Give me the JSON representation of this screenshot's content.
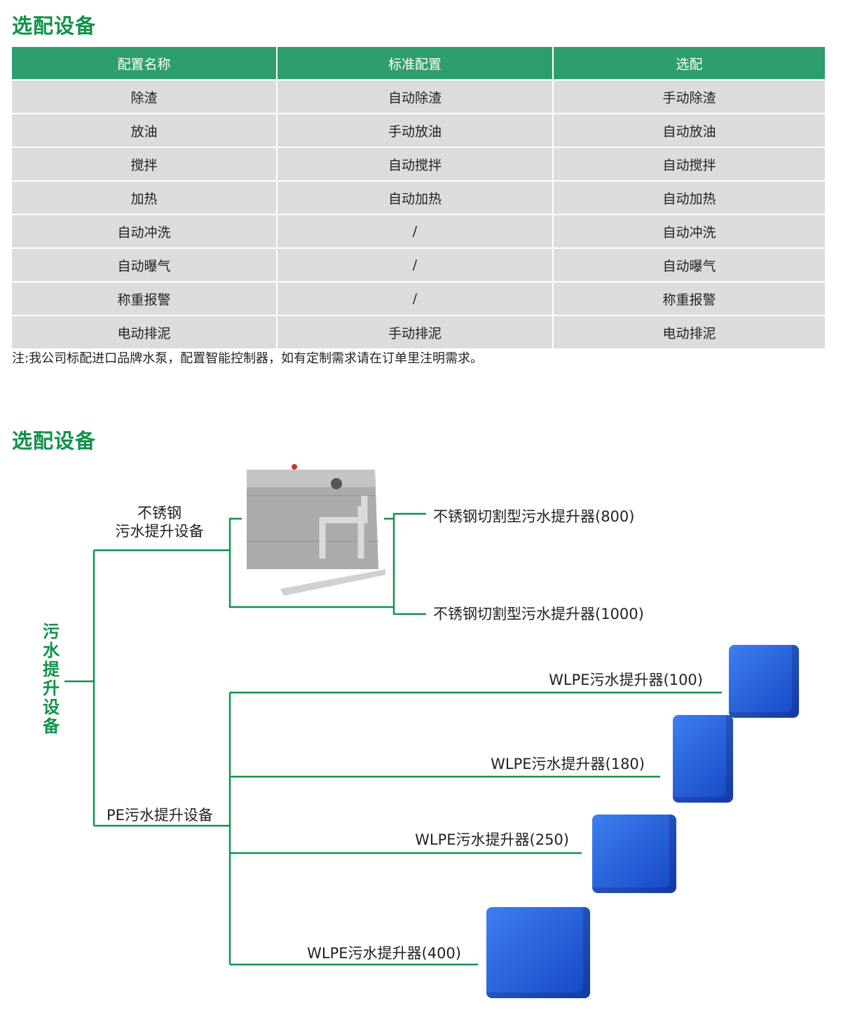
{
  "section1": {
    "title": "选配设备",
    "headers": [
      "配置名称",
      "标准配置",
      "选配"
    ],
    "rows": [
      [
        "除渣",
        "自动除渣",
        "手动除渣"
      ],
      [
        "放油",
        "手动放油",
        "自动放油"
      ],
      [
        "搅拌",
        "自动搅拌",
        "自动搅拌"
      ],
      [
        "加热",
        "自动加热",
        "自动加热"
      ],
      [
        "自动冲洗",
        "/",
        "自动冲洗"
      ],
      [
        "自动曝气",
        "/",
        "自动曝气"
      ],
      [
        "称重报警",
        "/",
        "称重报警"
      ],
      [
        "电动排泥",
        "手动排泥",
        "电动排泥"
      ]
    ],
    "note": "注:我公司标配进口品牌水泵，配置智能控制器，如有定制需求请在订单里注明需求。"
  },
  "section2": {
    "title": "选配设备",
    "root": "污水提升设备",
    "steel": {
      "label_line1": "不锈钢",
      "label_line2": "污水提升设备",
      "items": [
        "不锈钢切割型污水提升器(800)",
        "不锈钢切割型污水提升器(1000)"
      ]
    },
    "pe": {
      "label": "PE污水提升设备",
      "items": [
        "WLPE污水提升器(100)",
        "WLPE污水提升器(180)",
        "WLPE污水提升器(250)",
        "WLPE污水提升器(400)"
      ]
    }
  },
  "colors": {
    "accent": "#11924a",
    "header": "#2e9e6e",
    "row": "#dcdcdc",
    "product_blue": "#2a62dc"
  }
}
